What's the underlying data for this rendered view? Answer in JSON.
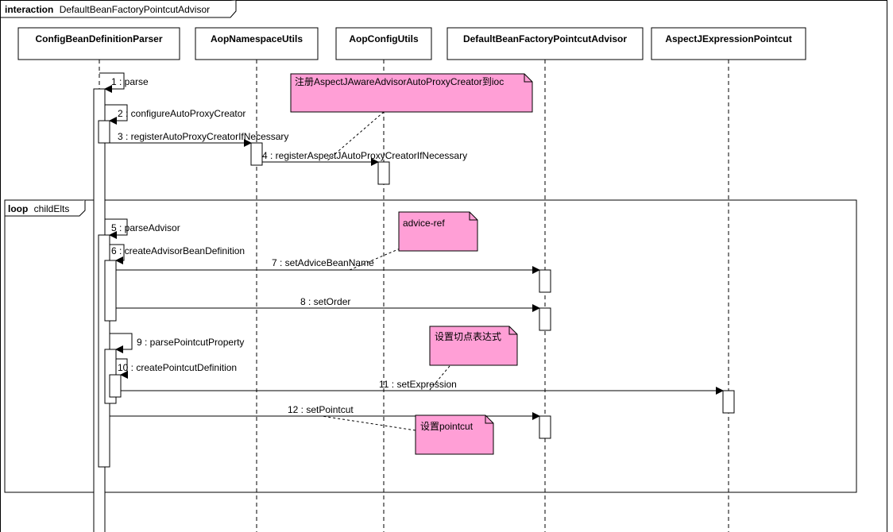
{
  "frame": {
    "keyword": "interaction",
    "name": "DefaultBeanFactoryPointcutAdvisor"
  },
  "lifelines": [
    {
      "name": "ConfigBeanDefinitionParser"
    },
    {
      "name": "AopNamespaceUtils"
    },
    {
      "name": "AopConfigUtils"
    },
    {
      "name": "DefaultBeanFactoryPointcutAdvisor"
    },
    {
      "name": "AspectJExpressionPointcut"
    }
  ],
  "loop": {
    "keyword": "loop",
    "condition": "childElts"
  },
  "messages": [
    {
      "label": "1 : parse"
    },
    {
      "label": "2 : configureAutoProxyCreator"
    },
    {
      "label": "3 : registerAutoProxyCreatorIfNecessary"
    },
    {
      "label": "4 : registerAspectJAutoProxyCreatorIfNecessary"
    },
    {
      "label": "5 : parseAdvisor"
    },
    {
      "label": "6 : createAdvisorBeanDefinition"
    },
    {
      "label": "7 : setAdviceBeanName"
    },
    {
      "label": "8 : setOrder"
    },
    {
      "label": "9 : parsePointcutProperty"
    },
    {
      "label": "10 : createPointcutDefinition"
    },
    {
      "label": "11 : setExpression"
    },
    {
      "label": "12 : setPointcut"
    }
  ],
  "notes": [
    {
      "text": "注册AspectJAwareAdvisorAutoProxyCreator到ioc"
    },
    {
      "text": "advice-ref"
    },
    {
      "text": "设置切点表达式"
    },
    {
      "text": "设置pointcut"
    }
  ],
  "colors": {
    "note_fill": "#ff9fd6",
    "line": "#000000",
    "box_fill": "#ffffff"
  }
}
